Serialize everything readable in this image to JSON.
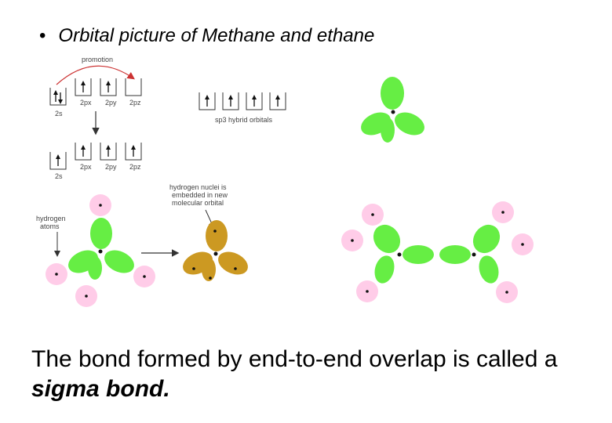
{
  "slide": {
    "bullet": "•",
    "title": "Orbital picture of Methane and ethane",
    "caption_plain": "The bond formed by end-to-end overlap is called a ",
    "caption_emphasis": "sigma bond."
  },
  "diagram": {
    "promotion_label": "promotion",
    "orbitals_top": [
      "2s",
      "2px",
      "2py",
      "2pz"
    ],
    "orbitals_bottom": [
      "2s",
      "2px",
      "2py",
      "2pz"
    ],
    "hybrid_label": "sp3 hybrid orbitals",
    "hydrogen_atoms_line1": "hydrogen",
    "hydrogen_atoms_line2": "atoms",
    "embedded_line1": "hydrogen nuclei is",
    "embedded_line2": "embedded in new",
    "embedded_line3": "molecular orbital",
    "colors": {
      "lobe_green": "#66ee44",
      "lobe_brown": "#cc9922",
      "hydrogen_pink": "#ffcce8"
    }
  }
}
